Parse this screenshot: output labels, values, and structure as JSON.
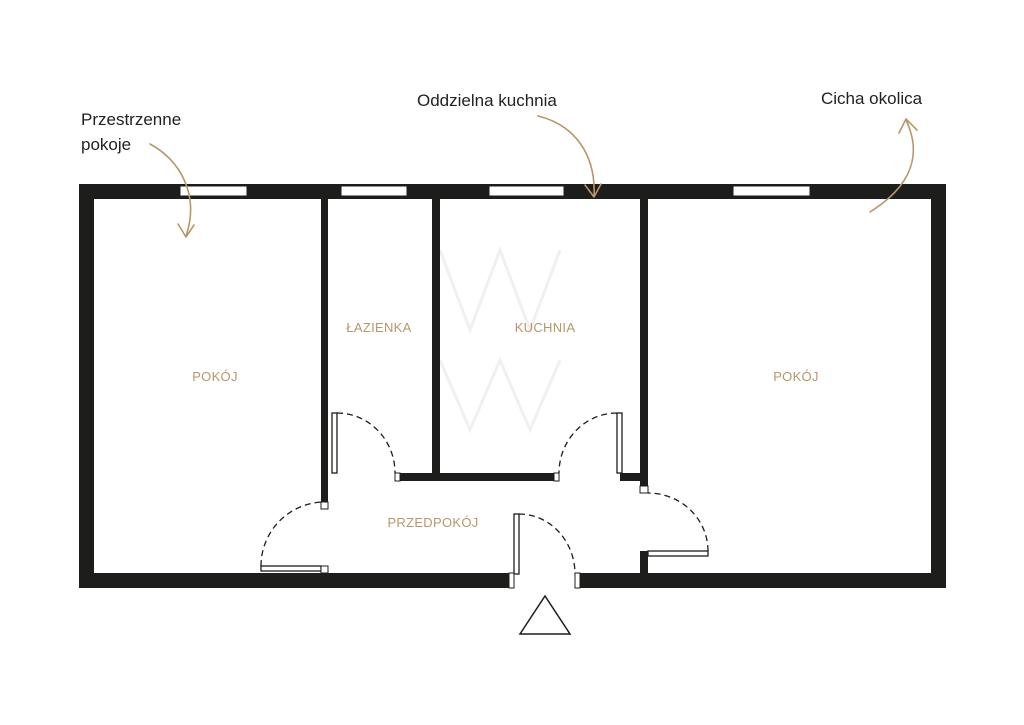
{
  "annotations": {
    "spacious_rooms_line1": "Przestrzenne",
    "spacious_rooms_line2": "pokoje",
    "separate_kitchen": "Oddzielna kuchnia",
    "quiet_area": "Cicha okolica"
  },
  "rooms": {
    "left_room": "POKÓJ",
    "bathroom": "ŁAZIENKA",
    "kitchen": "KUCHNIA",
    "right_room": "POKÓJ",
    "hallway": "PRZEDPOKÓJ"
  },
  "colors": {
    "wall": "#1d1d1b",
    "room_label": "#b8966a",
    "arrow": "#b8966a",
    "text": "#222222"
  },
  "icons": {
    "entrance": "entrance-triangle-icon"
  }
}
